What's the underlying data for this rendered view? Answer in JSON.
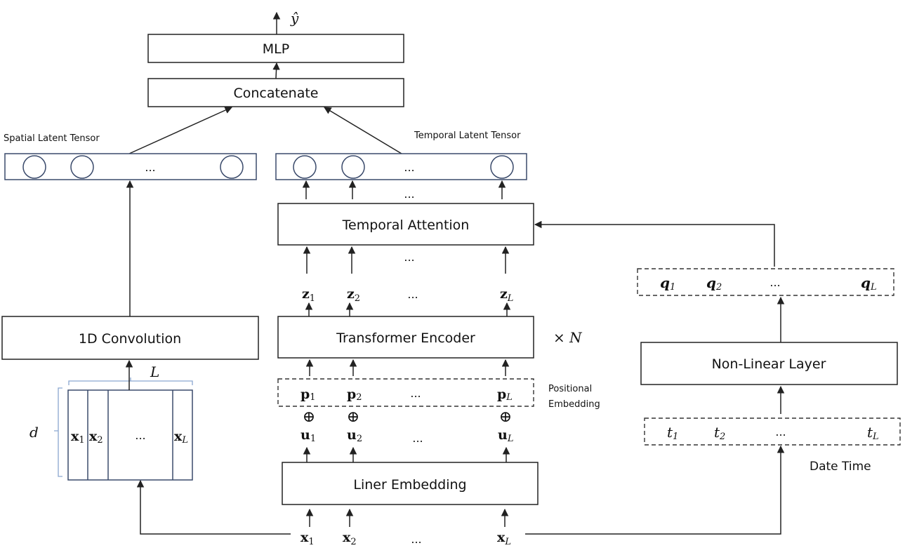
{
  "diagram": {
    "output": {
      "symbol": "ŷ"
    },
    "blocks": {
      "mlp": "MLP",
      "concatenate": "Concatenate",
      "temporal_attention": "Temporal Attention",
      "transformer_encoder": "Transformer Encoder",
      "linear_embedding": "Liner Embedding",
      "conv1d": "1D Convolution",
      "nonlinear": "Non-Linear Layer"
    },
    "labels": {
      "spatial_tensor": "Spatial Latent Tensor",
      "temporal_tensor": "Temporal Latent Tensor",
      "repeat": "× N",
      "positional_line1": "Positional",
      "positional_line2": "Embedding",
      "date_time": "Date Time",
      "dim_L": "L",
      "dim_d": "d",
      "ellipsis": "..."
    },
    "sequences": {
      "x": {
        "base": "x",
        "subs": [
          "1",
          "2",
          "L"
        ]
      },
      "u": {
        "base": "u",
        "subs": [
          "1",
          "2",
          "L"
        ]
      },
      "p": {
        "base": "p",
        "subs": [
          "1",
          "2",
          "L"
        ]
      },
      "z": {
        "base": "z",
        "subs": [
          "1",
          "2",
          "L"
        ]
      },
      "q": {
        "base": "q",
        "subs": [
          "1",
          "2",
          "L"
        ]
      },
      "t": {
        "base": "t",
        "subs": [
          "1",
          "2",
          "L"
        ]
      }
    },
    "operator": "⊕",
    "colors": {
      "stroke": "#222222",
      "tensor_stroke": "#3a4a6b",
      "brace": "#8aa6d0",
      "text": "#111111"
    }
  }
}
